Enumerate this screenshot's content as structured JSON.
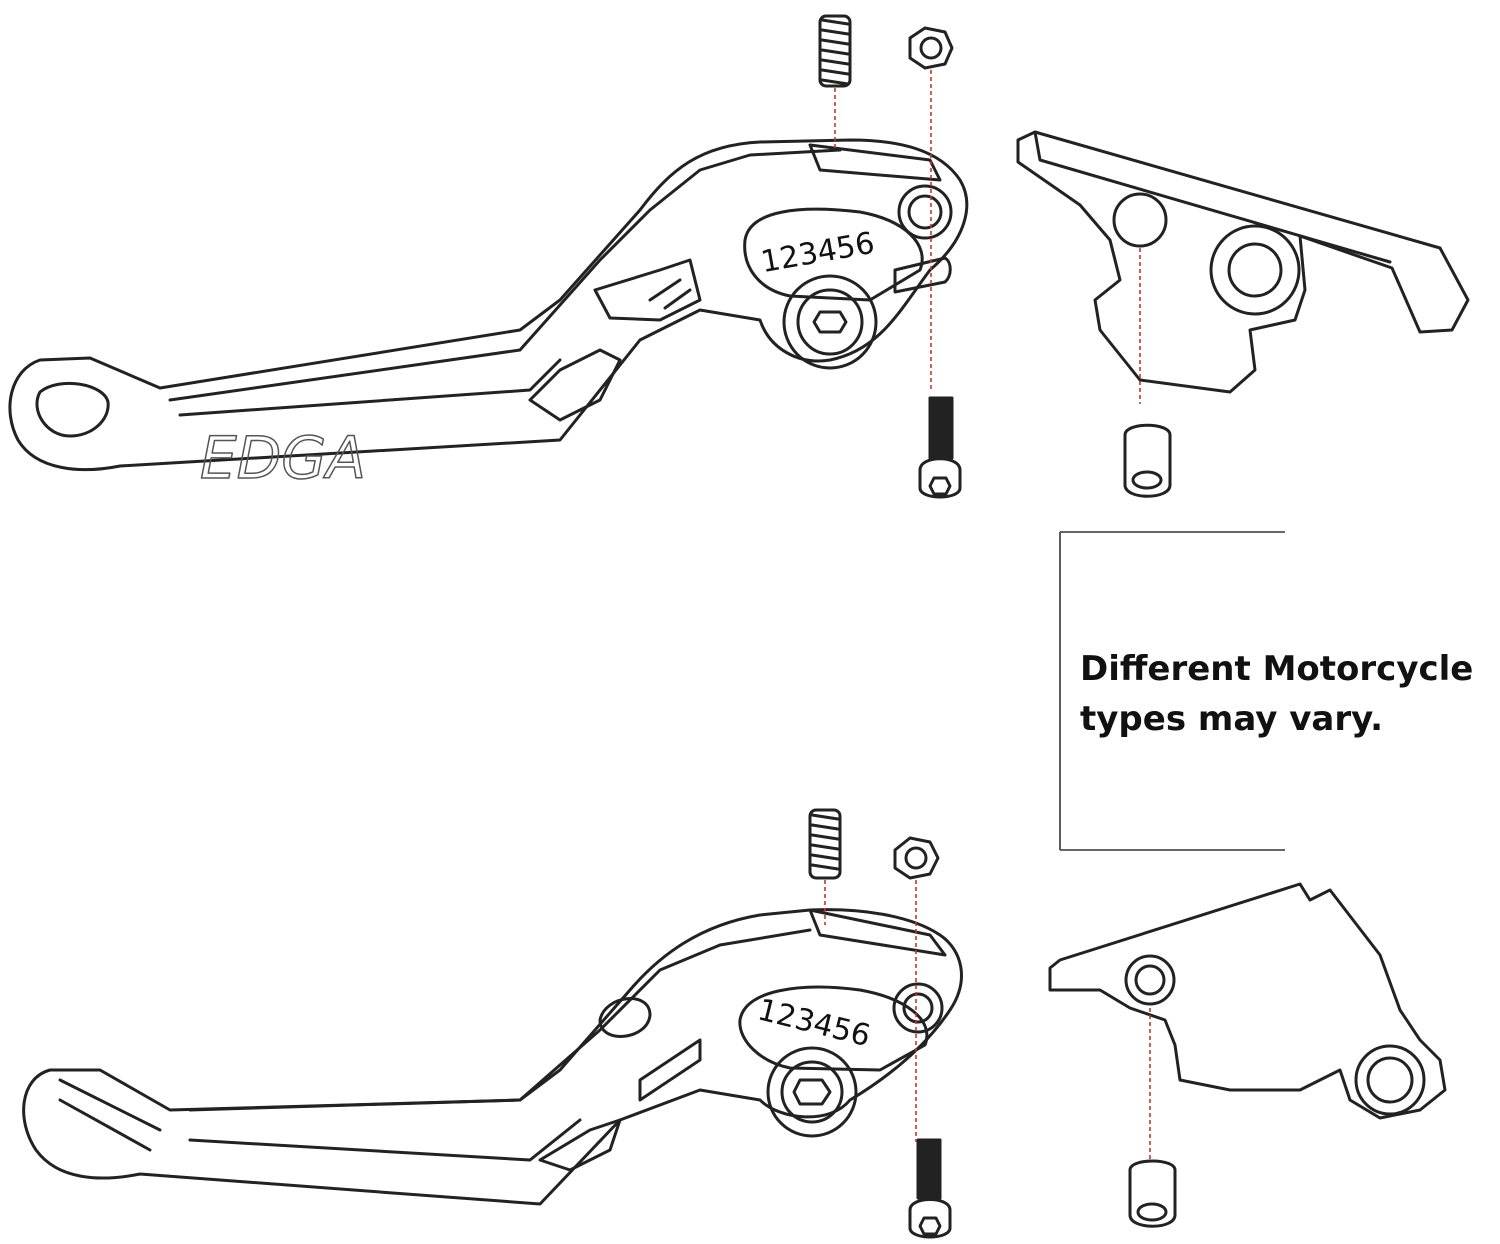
{
  "note": {
    "line1": "Different Motorcycle",
    "line2": "types may vary."
  },
  "top_assembly": {
    "dial_text": "123456"
  },
  "bottom_assembly": {
    "dial_text": "123456"
  },
  "colors": {
    "outline": "#222222",
    "guide_line": "#c0392b",
    "text": "#111111",
    "bracket": "#333333"
  }
}
